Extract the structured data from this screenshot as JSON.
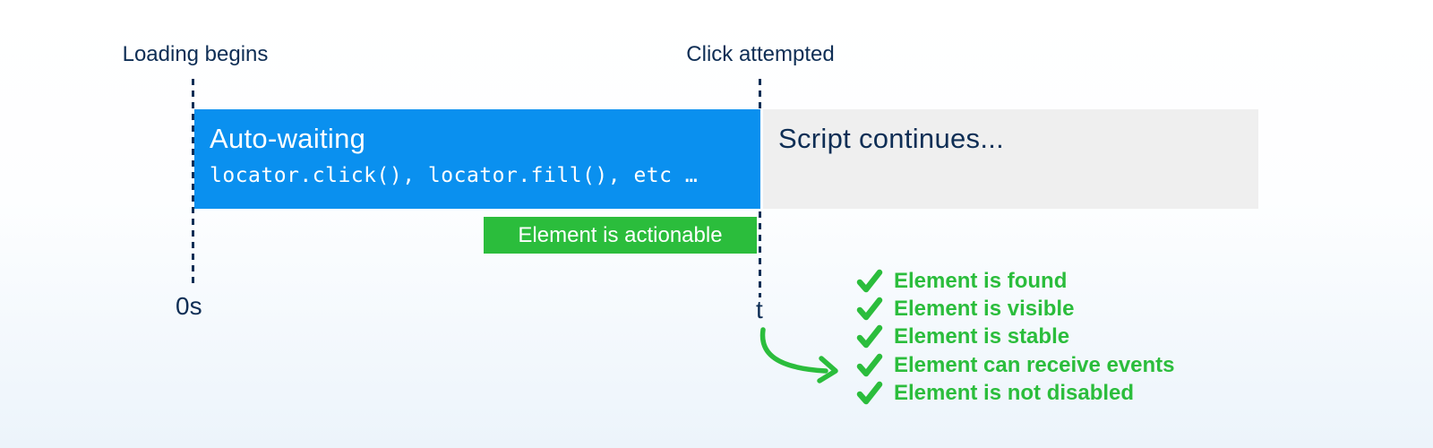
{
  "colors": {
    "navy": "#0e2e55",
    "blue": "#0a90ef",
    "graybar": "#efefef",
    "green": "#2bbd3c",
    "white": "#ffffff"
  },
  "timeline": {
    "loading_label": "Loading begins",
    "click_label": "Click attempted",
    "start_tick": "0s",
    "end_tick": "t"
  },
  "bars": {
    "auto_waiting": {
      "title": "Auto-waiting",
      "code": "locator.click(), locator.fill(), etc …"
    },
    "script_continues": {
      "title": "Script continues..."
    }
  },
  "badge": {
    "label": "Element is actionable"
  },
  "checklist": {
    "items": [
      "Element is found",
      "Element is visible",
      "Element is stable",
      "Element can receive events",
      "Element is not disabled"
    ]
  }
}
